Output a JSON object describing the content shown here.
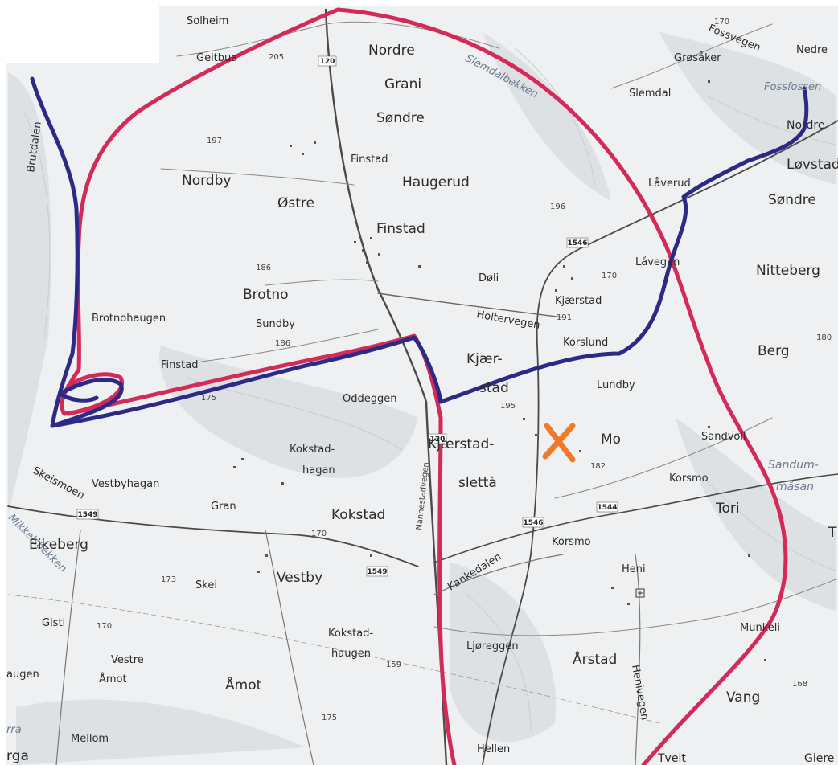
{
  "map": {
    "colors": {
      "background": "#eef0f1",
      "terrain_shade": "#d9dcde",
      "road": "#4a4a4a",
      "minor_road": "#7a7a7a",
      "red_route": "#d42a57",
      "blue_route": "#2c2a86",
      "marker": "#f07a2a",
      "label": "#2b2b2b",
      "water_label": "#6b7a8f"
    },
    "marker": {
      "symbol": "X",
      "icon": "cross-marker-icon"
    },
    "places": {
      "solheim": "Solheim",
      "geitbua": "Geitbua",
      "nordre_grani": "Nordre",
      "grani": "Grani",
      "sondre_grani": "Søndre",
      "slemdalbekken": "Slemdalbekken",
      "grosaker": "Grøsåker",
      "fossvegen": "Fossvegen",
      "nedre": "Nedre",
      "fossfossen": "Fossfossen",
      "slemdal": "Slemdal",
      "nordre_ne": "Nordre",
      "lovstad": "Løvstad",
      "sondre_ne": "Søndre",
      "laverud": "Låverud",
      "lavegen": "Låvegen",
      "nitteberg": "Nitteberg",
      "brutdalen": "Brutdalen",
      "nordby": "Nordby",
      "ostre": "Østre",
      "finstad_top": "Finstad",
      "haugerud": "Haugerud",
      "finstad_mid": "Finstad",
      "brotno": "Brotno",
      "doli": "Døli",
      "kjaerstad_n": "Kjærstad",
      "holtervegen": "Holtervegen",
      "korslund": "Korslund",
      "brotnohaugen": "Brotnohaugen",
      "sundby": "Sundby",
      "finstad_w": "Finstad",
      "kjaer": "Kjær-",
      "stad": "stad",
      "lundby": "Lundby",
      "berg": "Berg",
      "oddeggen": "Oddeggen",
      "kokstadhagan_1": "Kokstad-",
      "kokstadhagan_2": "hagan",
      "kjaerstadsletta_1": "Kjærstad-",
      "kjaerstadsletta_2": "slettà",
      "mo": "Mo",
      "sandvoll": "Sandvoll",
      "sandummasan_1": "Sandum-",
      "sandummasan_2": "måsan",
      "skeismoen": "Skeismoen",
      "vestbyhagan": "Vestbyhagan",
      "gran": "Gran",
      "kokstad": "Kokstad",
      "korsmo_e": "Korsmo",
      "tori": "Tori",
      "nannestadvegen": "Nannestadvegen",
      "mikkelsbekken": "Mikkelsbekken",
      "eikeberg": "Eikeberg",
      "kankedalen": "Kankedalen",
      "korsmo_s": "Korsmo",
      "heni": "Heni",
      "skei": "Skei",
      "vestby": "Vestby",
      "gisti": "Gisti",
      "kokstadhaugen_1": "Kokstad-",
      "kokstadhaugen_2": "haugen",
      "munkeli": "Munkeli",
      "vestre": "Vestre",
      "amot_small": "Åmot",
      "ljoreggen": "Ljøreggen",
      "arstad": "Årstad",
      "henivegen": "Henivegen",
      "augen": "augen",
      "amot": "Åmot",
      "vang": "Vang",
      "rra": "rra",
      "mellom": "Mellom",
      "rga": "rga",
      "hellen": "Hellen",
      "tveit": "Tveit",
      "giere": "Giere",
      "t_edge": "T"
    },
    "elevations": {
      "e205": "205",
      "e170_top": "170",
      "e197": "197",
      "e196": "196",
      "e186_w": "186",
      "e170_mid": "170",
      "e191": "191",
      "e186_s": "186",
      "e180": "180",
      "e175_w": "175",
      "e195": "195",
      "e182": "182",
      "e170_s": "170",
      "e173": "173",
      "e170_sw": "170",
      "e159": "159",
      "e168": "168",
      "e175_s": "175"
    },
    "road_numbers": {
      "r120_top": "120",
      "r1546_n": "1546",
      "r120_mid": "120",
      "r1544": "1544",
      "r1546_s": "1546",
      "r1549_w": "1549",
      "r1549_c": "1549"
    }
  }
}
